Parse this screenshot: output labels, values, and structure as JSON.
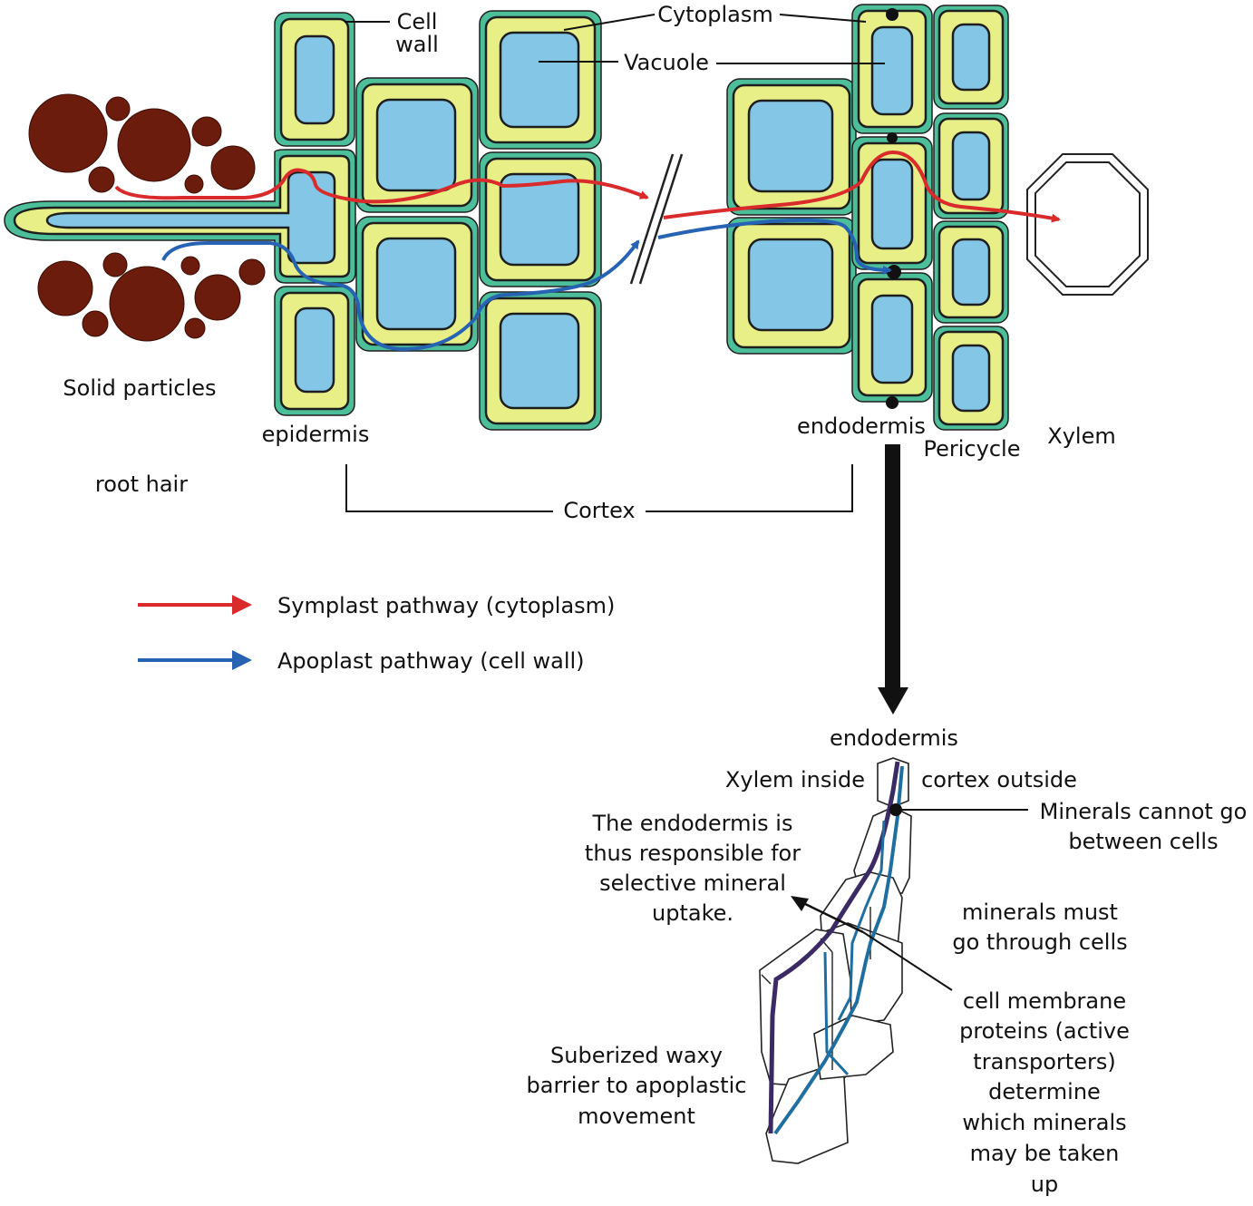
{
  "labels": {
    "cell_wall_line1": "Cell",
    "cell_wall_line2": "wall",
    "cytoplasm": "Cytoplasm",
    "vacuole": "Vacuole",
    "solid_particles": "Solid particles",
    "epidermis": "epidermis",
    "root_hair": "root hair",
    "endodermis": "endodermis",
    "pericycle": "Pericycle",
    "xylem": "Xylem",
    "cortex": "Cortex"
  },
  "legend": [
    {
      "label": "Symplast pathway (cytoplasm)",
      "color": "#d92b2b"
    },
    {
      "label": "Apoplast pathway (cell wall)",
      "color": "#2763b3"
    }
  ],
  "detail": {
    "endodermis": "endodermis",
    "xylem_inside": "Xylem inside",
    "cortex_outside": "cortex outside",
    "minerals_cannot": [
      "Minerals cannot go",
      "between cells"
    ],
    "endodermis_responsible": [
      "The endodermis is",
      "thus responsible for",
      "selective mineral",
      "uptake."
    ],
    "minerals_must": [
      "minerals must",
      "go through cells"
    ],
    "membrane_proteins": [
      "cell membrane",
      "proteins (active",
      "transporters)",
      "determine",
      "which minerals",
      "may be taken",
      "up"
    ],
    "suberized": [
      "Suberized waxy",
      "barrier to apoplastic",
      "movement"
    ]
  },
  "colors": {
    "cell_wall": "#4cbf9a",
    "cytoplasm": "#e7ef86",
    "vacuole": "#84c6e6",
    "soil_particle": "#6b1c0c",
    "symplast": "#d92b2b",
    "apoplast": "#2763b3",
    "casparian_strip": "#3b2a63"
  }
}
